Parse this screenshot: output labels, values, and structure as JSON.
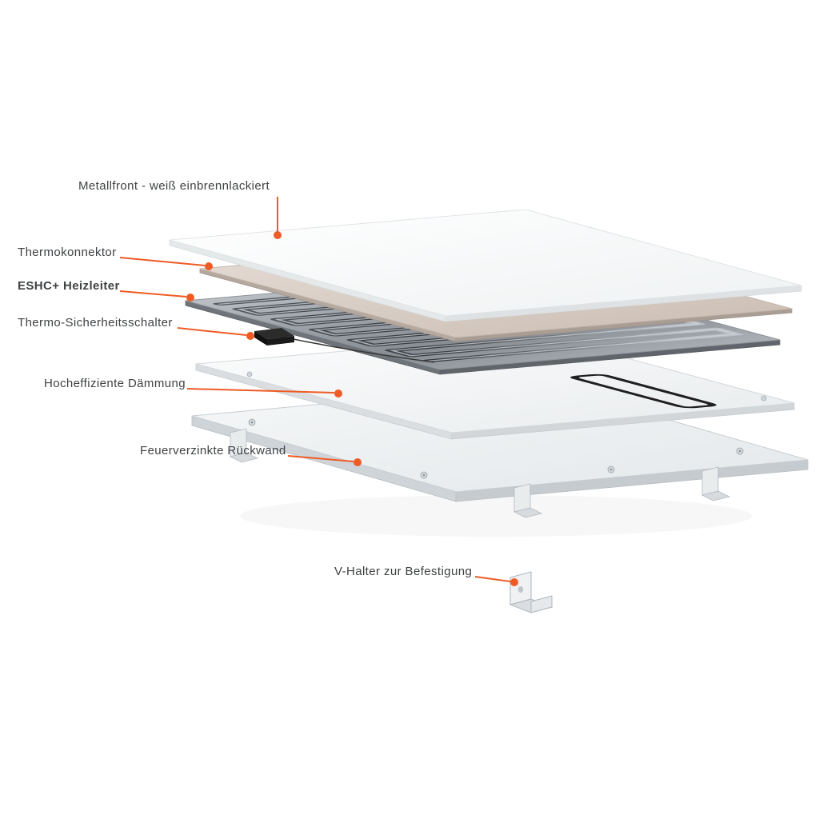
{
  "colors": {
    "accent": "#ef5b25",
    "text": "#3f4143"
  },
  "labels": [
    {
      "id": "metallfront",
      "text": "Metallfront - weiß einbrennlackiert",
      "bold": false
    },
    {
      "id": "thermokonnektor",
      "text": "Thermokonnektor",
      "bold": false
    },
    {
      "id": "eshc-heizleiter",
      "text": "ESHC+ Heizleiter",
      "bold": true
    },
    {
      "id": "thermo-sicherheitsschalter",
      "text": "Thermo-Sicherheitsschalter",
      "bold": false
    },
    {
      "id": "daemmung",
      "text": "Hocheffiziente Dämmung",
      "bold": false
    },
    {
      "id": "rueckwand",
      "text": "Feuerverzinkte Rückwand",
      "bold": false
    },
    {
      "id": "v-halter",
      "text": "V-Halter zur Befestigung",
      "bold": false
    }
  ]
}
